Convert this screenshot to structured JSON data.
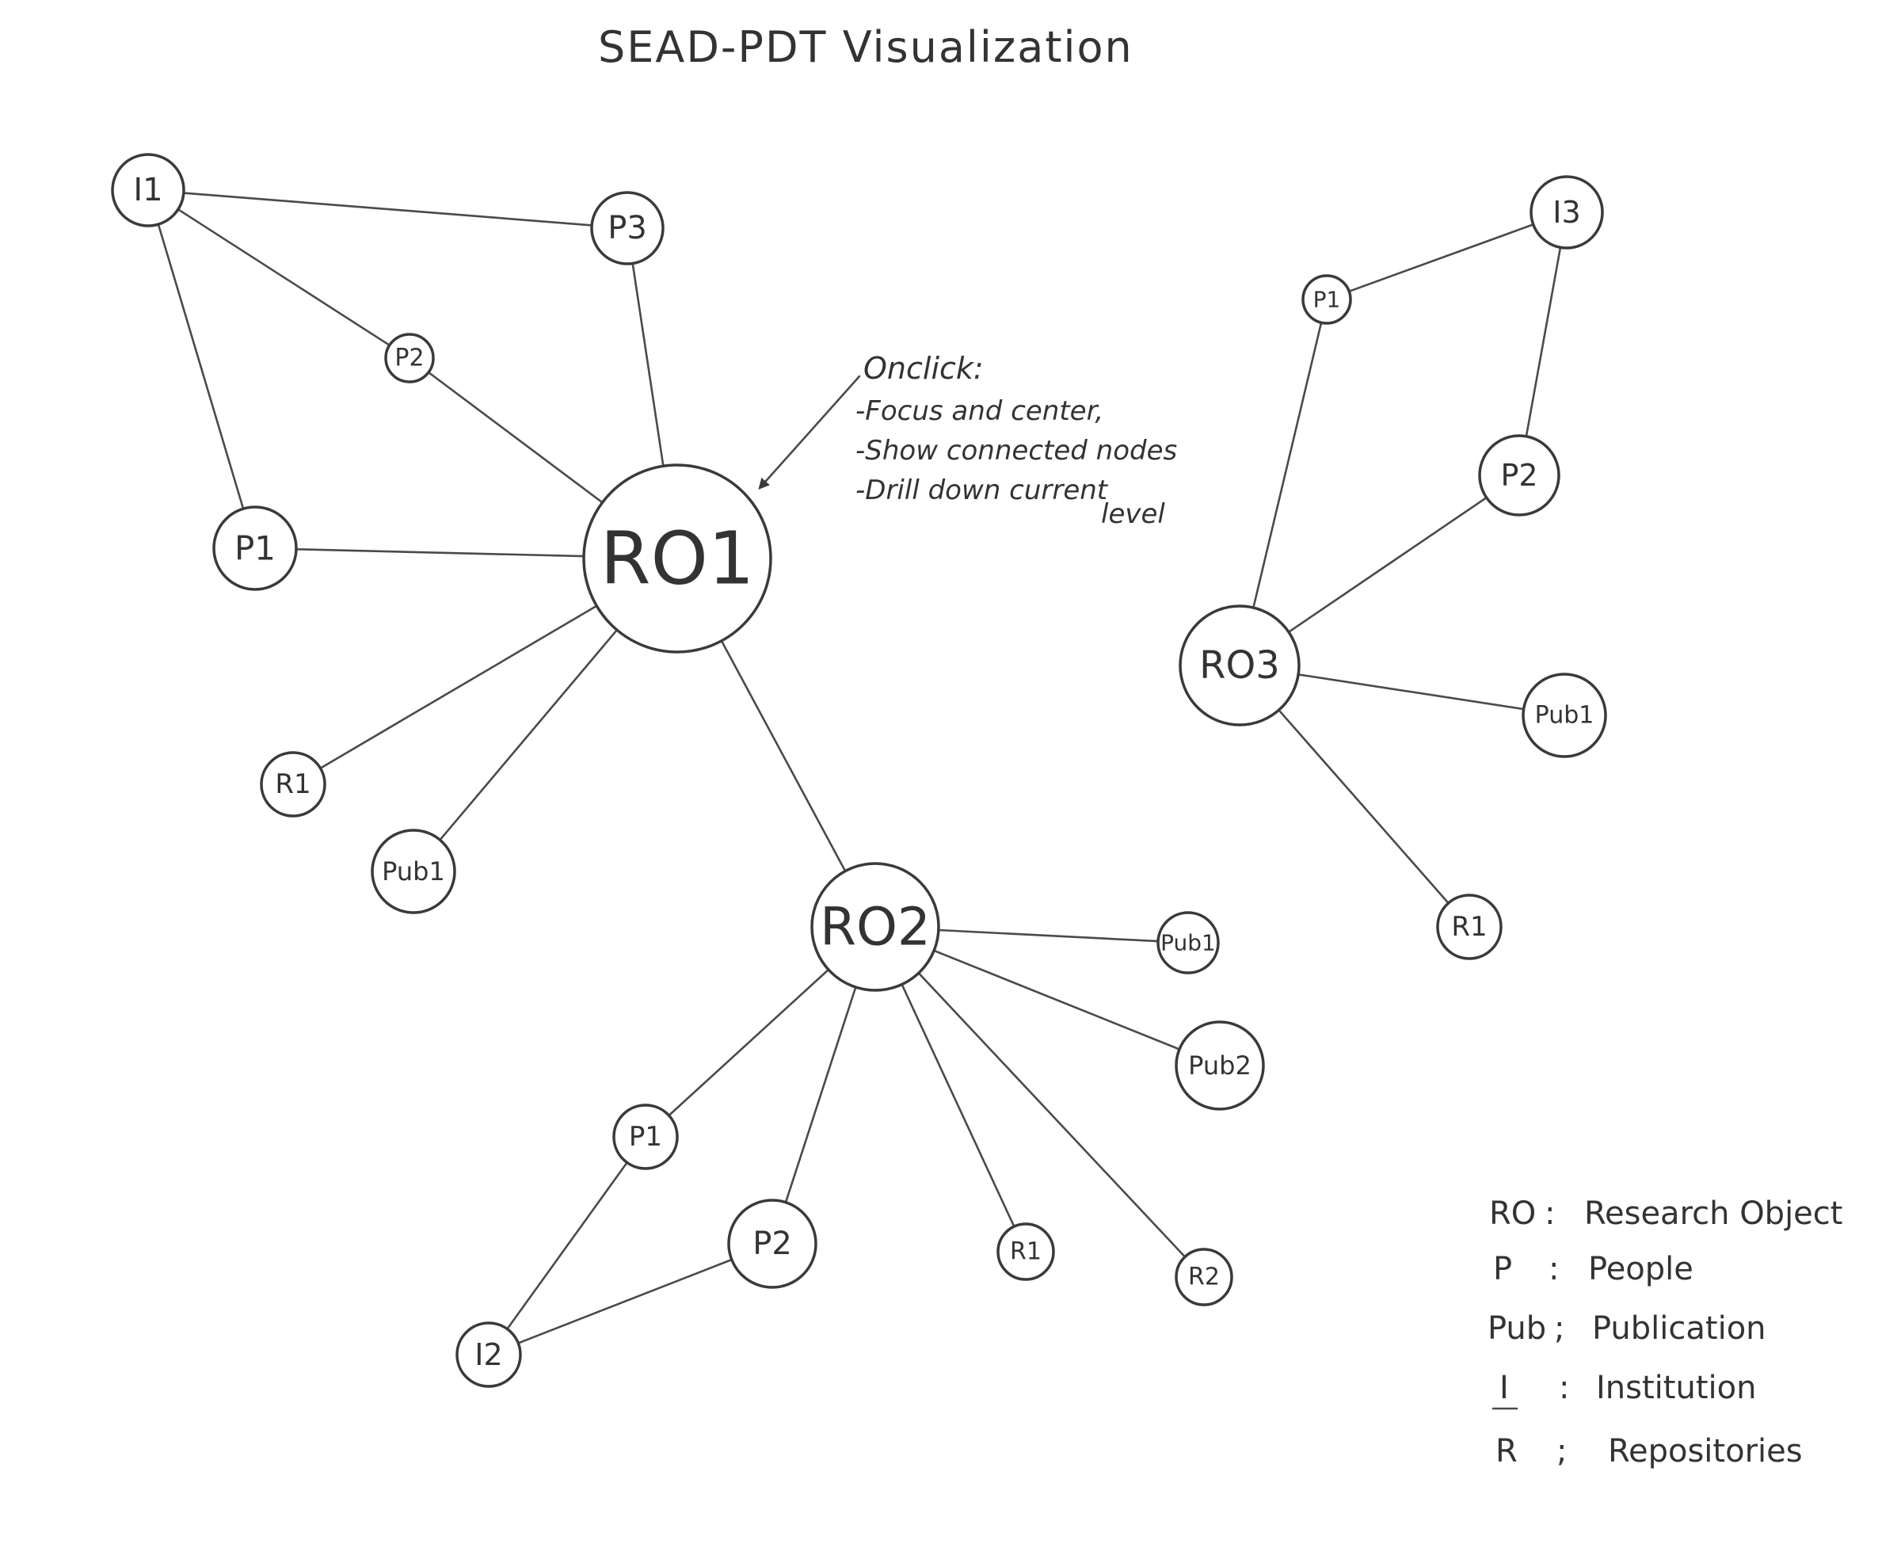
{
  "diagram": {
    "title": "SEAD-PDT Visualization",
    "colors": {
      "ink": "#3a3a3a",
      "paper": "#ffffff"
    },
    "nodes": [
      {
        "id": "ro1",
        "label": "RO1"
      },
      {
        "id": "i1",
        "label": "I1"
      },
      {
        "id": "p3",
        "label": "P3"
      },
      {
        "id": "p2_ro1",
        "label": "P2"
      },
      {
        "id": "p1_ro1",
        "label": "P1"
      },
      {
        "id": "r1_ro1",
        "label": "R1"
      },
      {
        "id": "pub1_ro1",
        "label": "Pub1"
      },
      {
        "id": "ro2",
        "label": "RO2"
      },
      {
        "id": "pub1_ro2",
        "label": "Pub1"
      },
      {
        "id": "pub2_ro2",
        "label": "Pub2"
      },
      {
        "id": "p1_ro2",
        "label": "P1"
      },
      {
        "id": "p2_ro2",
        "label": "P2"
      },
      {
        "id": "r1_ro2",
        "label": "R1"
      },
      {
        "id": "r2_ro2",
        "label": "R2"
      },
      {
        "id": "i2",
        "label": "I2"
      },
      {
        "id": "ro3",
        "label": "RO3"
      },
      {
        "id": "i3",
        "label": "I3"
      },
      {
        "id": "p1_ro3",
        "label": "P1"
      },
      {
        "id": "p2_ro3",
        "label": "P2"
      },
      {
        "id": "pub1_ro3",
        "label": "Pub1"
      },
      {
        "id": "r1_ro3",
        "label": "R1"
      }
    ],
    "edges": [
      [
        "i1",
        "p3"
      ],
      [
        "i1",
        "p2_ro1"
      ],
      [
        "i1",
        "p1_ro1"
      ],
      [
        "p3",
        "ro1"
      ],
      [
        "p2_ro1",
        "ro1"
      ],
      [
        "p1_ro1",
        "ro1"
      ],
      [
        "r1_ro1",
        "ro1"
      ],
      [
        "pub1_ro1",
        "ro1"
      ],
      [
        "ro1",
        "ro2"
      ],
      [
        "ro2",
        "pub1_ro2"
      ],
      [
        "ro2",
        "pub2_ro2"
      ],
      [
        "ro2",
        "p1_ro2"
      ],
      [
        "ro2",
        "p2_ro2"
      ],
      [
        "ro2",
        "r1_ro2"
      ],
      [
        "ro2",
        "r2_ro2"
      ],
      [
        "p1_ro2",
        "i2"
      ],
      [
        "p2_ro2",
        "i2"
      ],
      [
        "i3",
        "p1_ro3"
      ],
      [
        "i3",
        "p2_ro3"
      ],
      [
        "p1_ro3",
        "ro3"
      ],
      [
        "p2_ro3",
        "ro3"
      ],
      [
        "ro3",
        "pub1_ro3"
      ],
      [
        "ro3",
        "r1_ro3"
      ]
    ],
    "annotation": {
      "heading": "Onclick:",
      "lines": [
        "-Focus and center,",
        "-Show connected nodes",
        "-Drill down current",
        "level"
      ],
      "points_to": "ro1"
    },
    "legend": [
      {
        "key": "RO",
        "sep": ":",
        "value": "Research Object"
      },
      {
        "key": "P",
        "sep": ":",
        "value": "People"
      },
      {
        "key": "Pub",
        "sep": ";",
        "value": "Publication"
      },
      {
        "key": "I",
        "sep": ":",
        "value": "Institution"
      },
      {
        "key": "R",
        "sep": ";",
        "value": "Repositories"
      }
    ]
  }
}
